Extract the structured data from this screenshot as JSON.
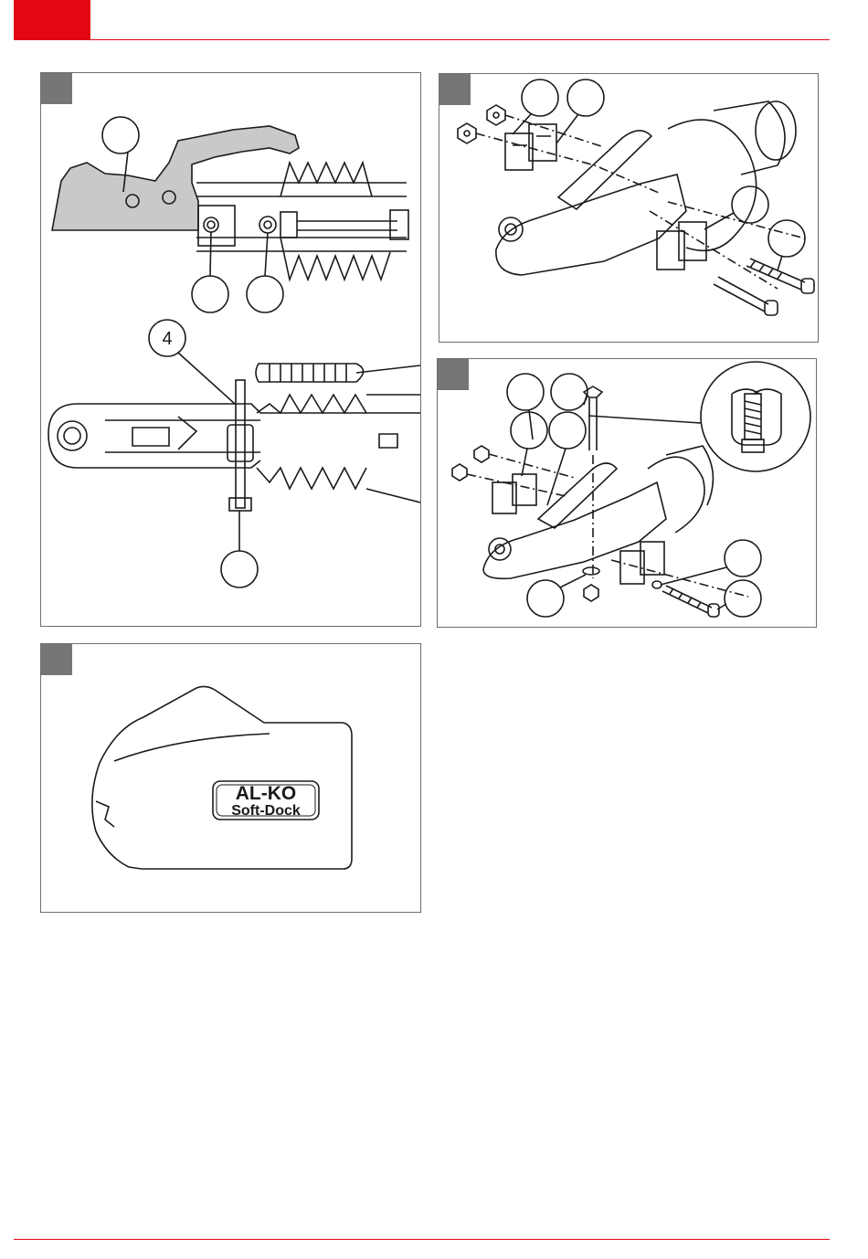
{
  "colors": {
    "brand_red": "#e30613",
    "panel_border": "#6e6e6e",
    "panel_tab": "#767676",
    "part_grey": "#c9c9c9"
  },
  "figure1": {
    "callout_label": "4"
  },
  "figure4": {
    "logo_brand": "AL-KO",
    "logo_product": "Soft-Dock"
  }
}
